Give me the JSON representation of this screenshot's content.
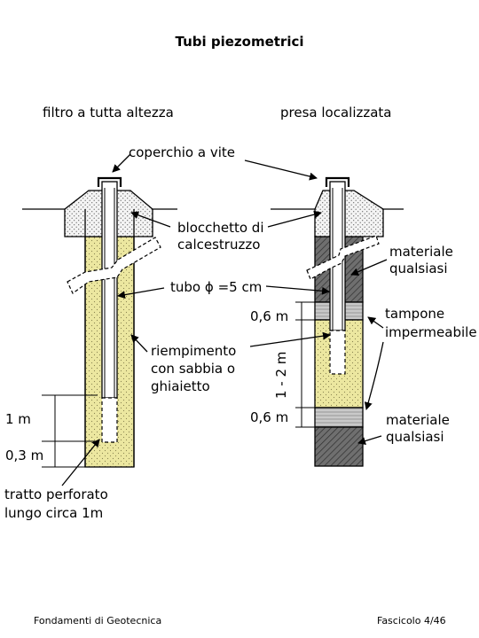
{
  "page": {
    "title": "Tubi piezometrici",
    "footer_left": "Fondamenti di Geotecnica",
    "footer_right": "Fascicolo 4/46"
  },
  "left_diagram": {
    "heading": "filtro a tutta altezza"
  },
  "right_diagram": {
    "heading": "presa localizzata"
  },
  "labels": {
    "screw_cap": "coperchio a vite",
    "concrete_block_line1": "blocchetto di",
    "concrete_block_line2": "calcestruzzo",
    "tube_prefix": "tubo",
    "tube_phi": "ϕ",
    "tube_suffix": "=5 cm",
    "fill_line1": "riempimento",
    "fill_line2": "con sabbia o",
    "fill_line3": "ghiaietto",
    "any_material_top_line1": "materiale",
    "any_material_top_line2": "qualsiasi",
    "seal_line1": "tampone",
    "seal_line2": "impermeabile",
    "any_material_bottom_line1": "materiale",
    "any_material_bottom_line2": "qualsiasi",
    "perforated_line1": "tratto perforato",
    "perforated_line2": "lungo circa 1m"
  },
  "dimensions": {
    "one_m": "1 m",
    "zero_three_m": "0,3 m",
    "upper_seal": "0,6 m",
    "lower_seal": "0,6 m",
    "range": "1 - 2 m"
  },
  "colors": {
    "sand": "#ece7a0",
    "concrete": "#f2f2f2",
    "any_material": "#6f6f6f",
    "seal": "#c6c6c6",
    "outline": "#000000"
  }
}
